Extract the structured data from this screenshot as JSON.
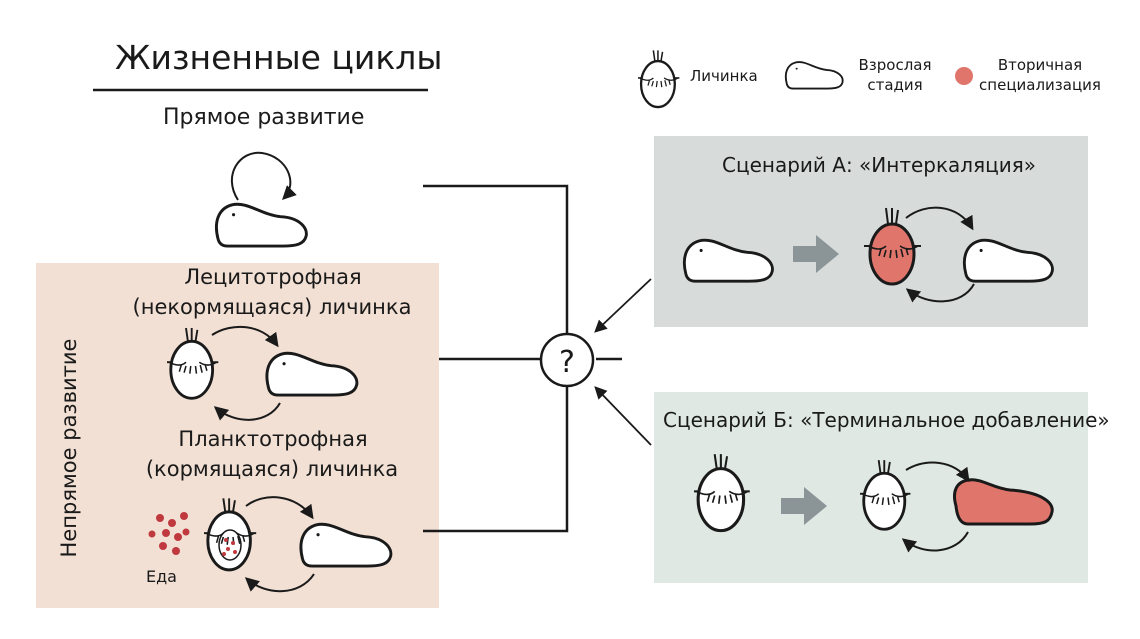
{
  "title": "Жизненные циклы",
  "direct": {
    "label": "Прямое развитие"
  },
  "indirect": {
    "label": "Непрямое развитие",
    "lecithotrophic": {
      "line1": "Лецитотрофная",
      "line2": "(некормящаяся) личинка"
    },
    "planktotrophic": {
      "line1": "Планктотрофная",
      "line2": "(кормящаяся) личинка"
    },
    "food": "Еда"
  },
  "question": "?",
  "scenario_a": {
    "title": "Сценарий А: «Интеркаляция»"
  },
  "scenario_b": {
    "title": "Сценарий Б: «Терминальное добавление»"
  },
  "legend": {
    "larva": "Личинка",
    "adult_line1": "Взрослая",
    "adult_line2": "стадия",
    "secondary_line1": "Вторичная",
    "secondary_line2": "специализация"
  },
  "colors": {
    "indirect_panel": "#f2e0d4",
    "scenario_a_panel": "#d7dcdb",
    "scenario_b_panel": "#dfe8e2",
    "secondary": "#e0756b",
    "food": "#c0393e",
    "arrow_gray": "#8b9497"
  }
}
